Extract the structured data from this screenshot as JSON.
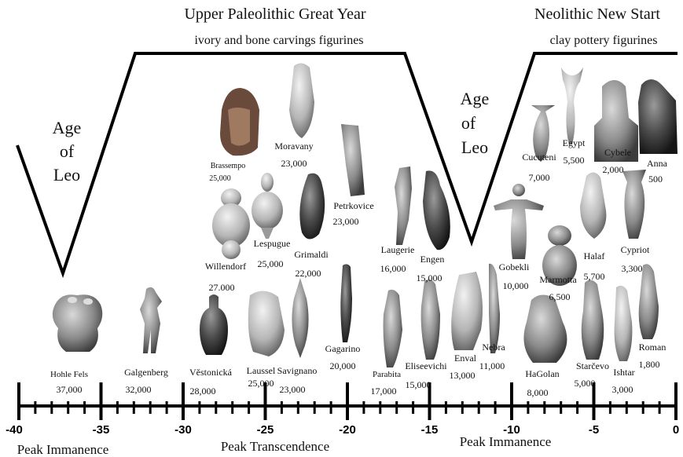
{
  "titles": {
    "paleolithic_title": "Upper Paleolithic Great Year",
    "paleolithic_sub": "ivory and bone carvings figurines",
    "neolithic_title": "Neolithic New Start",
    "neolithic_sub": "clay pottery figurines"
  },
  "age_left": {
    "line1": "Age",
    "line2": "of",
    "line3": "Leo"
  },
  "age_mid": {
    "line1": "Age",
    "line2": "of",
    "line3": "Leo"
  },
  "axis": {
    "ticks": [
      "-40",
      "-35",
      "-30",
      "-25",
      "-20",
      "-15",
      "-10",
      "-5",
      "0"
    ]
  },
  "peaks": {
    "left": "Peak Immanence",
    "middle": "Peak Transcendence",
    "right": "Peak Immanence"
  },
  "figurines": [
    {
      "id": "hohle-fels",
      "name": "Hohle Fels",
      "date": "37,000"
    },
    {
      "id": "galgenberg",
      "name": "Galgenberg",
      "date": "32,000"
    },
    {
      "id": "vestonicka",
      "name": "Věstonická",
      "date": "28,000"
    },
    {
      "id": "willendorf",
      "name": "Willendorf",
      "date": "27.000"
    },
    {
      "id": "brassempo",
      "name": "Brassempo",
      "date": "25,000"
    },
    {
      "id": "lespugue",
      "name": "Lespugue",
      "date": "25,000"
    },
    {
      "id": "laussel",
      "name": "Laussel",
      "date": "25,000"
    },
    {
      "id": "moravany",
      "name": "Moravany",
      "date": "23,000"
    },
    {
      "id": "savignano",
      "name": "Savignano",
      "date": "23,000"
    },
    {
      "id": "grimaldi",
      "name": "Grimaldi",
      "date": "22,000"
    },
    {
      "id": "petrkovice",
      "name": "Petrkovice",
      "date": "23,000"
    },
    {
      "id": "gagarino",
      "name": "Gagarino",
      "date": "20,000"
    },
    {
      "id": "parabita",
      "name": "Parabita",
      "date": "17,000"
    },
    {
      "id": "laugerie",
      "name": "Laugerie",
      "date": "16,000"
    },
    {
      "id": "engen",
      "name": "Engen",
      "date": "15,000"
    },
    {
      "id": "eliseevichi",
      "name": "Eliseevichi",
      "date": "15,000"
    },
    {
      "id": "enval",
      "name": "Enval",
      "date": "13,000"
    },
    {
      "id": "nebra",
      "name": "Nebra",
      "date": "11,000"
    },
    {
      "id": "gobekli",
      "name": "Gobekli",
      "date": "10,000"
    },
    {
      "id": "cucuteni",
      "name": "Cucuteni",
      "date": "7,000"
    },
    {
      "id": "marmotta",
      "name": "Marmotta",
      "date": "6,500"
    },
    {
      "id": "halaf",
      "name": "Halaf",
      "date": "5,700"
    },
    {
      "id": "egypt",
      "name": "Egypt",
      "date": "5,500"
    },
    {
      "id": "hagolan",
      "name": "HaGolan",
      "date": "8,000"
    },
    {
      "id": "starcevo",
      "name": "Starčevo",
      "date": "5,000"
    },
    {
      "id": "ishtar",
      "name": "Ishtar",
      "date": "3,000"
    },
    {
      "id": "cybele",
      "name": "Cybele",
      "date": "2,000"
    },
    {
      "id": "cypriot",
      "name": "Cypriot",
      "date": "3,300"
    },
    {
      "id": "anna",
      "name": "Anna",
      "date": "500"
    },
    {
      "id": "roman",
      "name": "Roman",
      "date": "1,800"
    }
  ],
  "colors": {
    "stone": "#8c8c8c",
    "stone_dark": "#3a3a3a",
    "line": "#000000"
  }
}
